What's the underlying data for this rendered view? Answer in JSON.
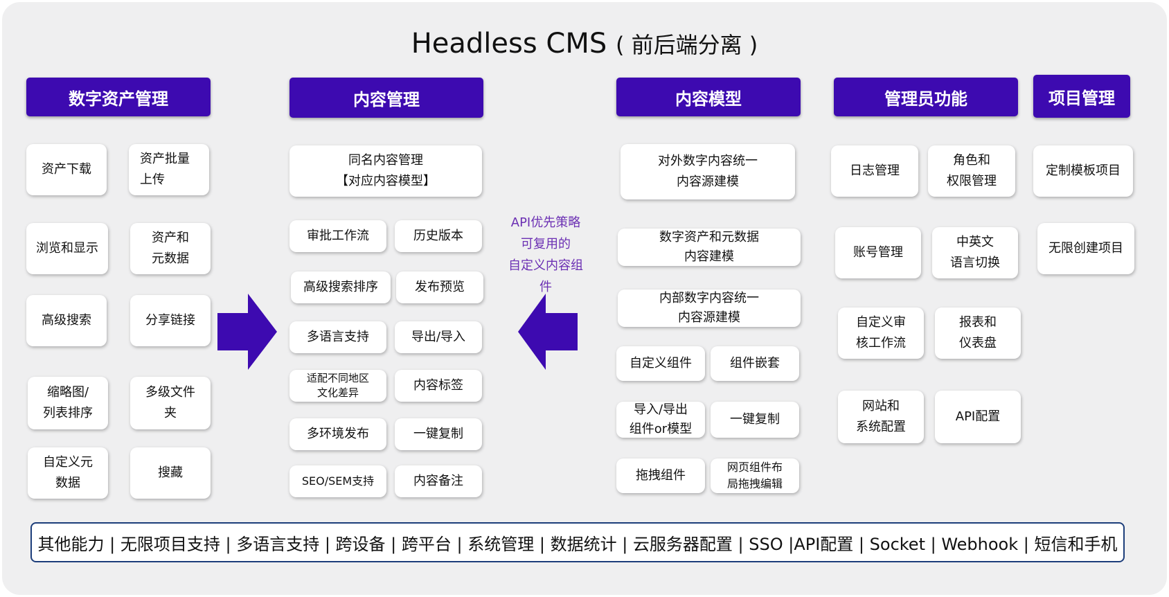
{
  "title": {
    "main": "Headless CMS",
    "sub": "( 前后端分离 )"
  },
  "headers": {
    "digital_assets": "数字资产管理",
    "content_mgmt": "内容管理",
    "content_model": "内容模型",
    "admin": "管理员功能",
    "project": "项目管理"
  },
  "digital_assets": [
    "资产下载",
    "资产批量\n上传",
    "浏览和显示",
    "资产和\n元数据",
    "高级搜索",
    "分享链接",
    "缩略图/\n列表排序",
    "多级文件\n夹",
    "自定义元\n数据",
    "搜藏"
  ],
  "content_mgmt": [
    "同名内容管理\n【对应内容模型】",
    "审批工作流",
    "历史版本",
    "高级搜索排序",
    "发布预览",
    "多语言支持",
    "导出/导入",
    "适配不同地区\n文化差异",
    "内容标签",
    "多环境发布",
    "一键复制",
    "SEO/SEM支持",
    "内容备注"
  ],
  "content_model": [
    "对外数字内容统一\n内容源建模",
    "数字资产和元数据\n内容建模",
    "内部数字内容统一\n内容源建模",
    "自定义组件",
    "组件嵌套",
    "导入/导出\n组件or模型",
    "一键复制",
    "拖拽组件",
    "网页组件布\n局拖拽编辑"
  ],
  "admin": [
    "日志管理",
    "角色和\n权限管理",
    "账号管理",
    "中英文\n语言切换",
    "自定义审\n核工作流",
    "报表和\n仪表盘",
    "网站和\n系统配置",
    "API配置"
  ],
  "project": [
    "定制模板项目",
    "无限创建项目"
  ],
  "api_note": "API优先策略\n可复用的\n自定义内容组\n件",
  "bottom_bar": "其他能力 | 无限项目支持 | 多语言支持 | 跨设备 | 跨平台 | 系统管理 | 数据统计 | 云服务器配置 | SSO |API配置 | Socket | Webhook | 短信和手机",
  "colors": {
    "header_bg": "#3d0ab0",
    "arrow": "#3d0ab0",
    "note_text": "#6b2fb3",
    "bottom_border": "#1c3d7a",
    "canvas_bg": "#efeff0"
  },
  "icons": [
    "arrow-right-icon",
    "arrow-left-icon"
  ]
}
